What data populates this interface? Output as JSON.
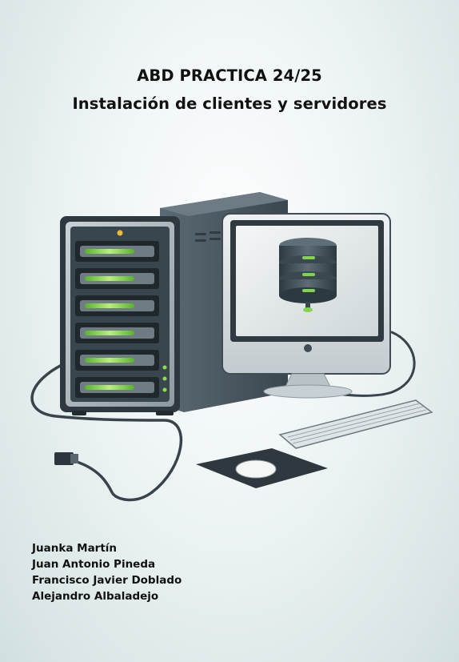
{
  "cover": {
    "title_line1": "ABD PRACTICA  24/25",
    "title_line2": "Instalación de clientes y servidores"
  },
  "illustration": {
    "subject": "server-tower-monitor-keyboard-mouse",
    "accent_color": "#7fd64a",
    "frame_color": "#3f4c55"
  },
  "authors": [
    "Juanka Martín",
    "Juan Antonio Pineda",
    "Francisco Javier Doblado",
    "Alejandro Albaladejo"
  ]
}
